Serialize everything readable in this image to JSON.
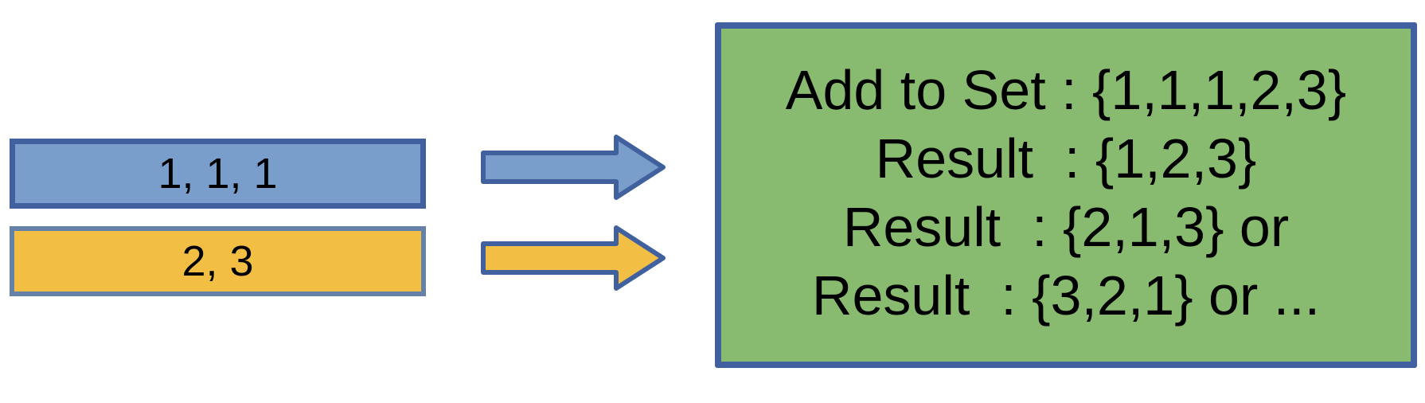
{
  "inputs": {
    "first": "1, 1, 1",
    "second": "2, 3"
  },
  "result_box": {
    "lines": [
      "Add to Set : {1,1,1,2,3}",
      "Result  : {1,2,3}",
      "Result  : {2,1,3} or",
      "Result  : {3,2,1} or ..."
    ]
  },
  "colors": {
    "blue_fill": "#7a9ecb",
    "blue_border": "#40619e",
    "yellow_fill": "#f2bf44",
    "yellow_border": "#6681a8",
    "green_fill": "#88bb70",
    "green_border": "#41609f"
  },
  "icons": {
    "arrow_top": "right-arrow-icon",
    "arrow_bottom": "right-arrow-icon"
  }
}
